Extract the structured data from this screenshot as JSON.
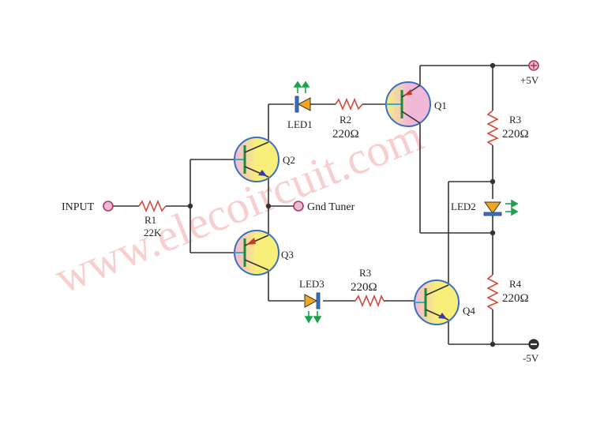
{
  "watermark": "www.elecoircuit.com",
  "labels": {
    "input": "INPUT",
    "gnd_tuner": "Gnd Tuner",
    "pos_supply": "+5V",
    "neg_supply": "-5V"
  },
  "components": {
    "r1": {
      "name": "R1",
      "value": "22K"
    },
    "r2": {
      "name": "R2",
      "value": "220Ω"
    },
    "r3_top": {
      "name": "R3",
      "value": "220Ω"
    },
    "r3_bottom": {
      "name": "R3",
      "value": "220Ω"
    },
    "r4": {
      "name": "R4",
      "value": "220Ω"
    },
    "led1": {
      "name": "LED1"
    },
    "led2": {
      "name": "LED2"
    },
    "led3": {
      "name": "LED3"
    },
    "q1": {
      "name": "Q1"
    },
    "q2": {
      "name": "Q2"
    },
    "q3": {
      "name": "Q3"
    },
    "q4": {
      "name": "Q4"
    }
  },
  "colors": {
    "wire": "#333333",
    "resistor": "#d44a3a",
    "pnp_fill": "#f2b8d8",
    "npn_fill": "#f8ef7a",
    "transistor_ring": "#3a6fc4",
    "led_body": "#f2a61a",
    "led_bar": "#3a6fc4",
    "light_arrow": "#19a34a",
    "watermark": "#f3a8a8"
  }
}
